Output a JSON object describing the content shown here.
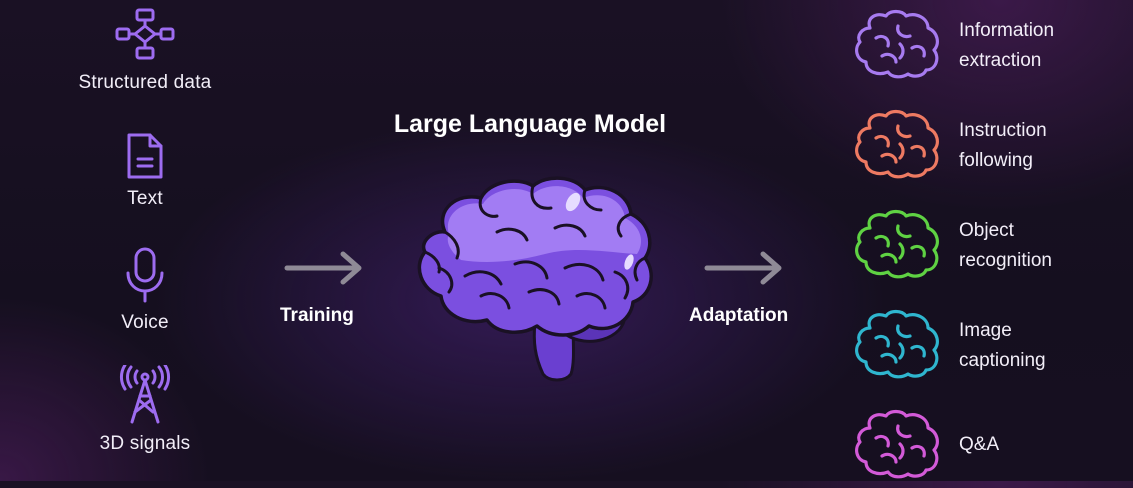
{
  "title": "Large Language Model",
  "inputs": [
    {
      "label": "Structured data",
      "icon": "flowchart-icon"
    },
    {
      "label": "Text",
      "icon": "document-icon"
    },
    {
      "label": "Voice",
      "icon": "microphone-icon"
    },
    {
      "label": "3D signals",
      "icon": "signal-tower-icon"
    }
  ],
  "arrows": {
    "training": "Training",
    "adaptation": "Adaptation"
  },
  "outputs": [
    {
      "line1": "Information",
      "line2": "extraction",
      "color": "#a77bf0"
    },
    {
      "line1": "Instruction",
      "line2": "following",
      "color": "#ee7a62"
    },
    {
      "line1": "Object",
      "line2": "recognition",
      "color": "#5fd243"
    },
    {
      "line1": "Image",
      "line2": "captioning",
      "color": "#2fb6cf"
    },
    {
      "line1": "Q&A",
      "line2": "",
      "color": "#d35ad8"
    }
  ],
  "colors": {
    "icon_purple": "#9d6cf0",
    "brain_main": "#7b4fe0",
    "brain_light": "#a27cf3",
    "brain_dark": "#5b34b8",
    "arrow_gray": "#8f8a96"
  }
}
